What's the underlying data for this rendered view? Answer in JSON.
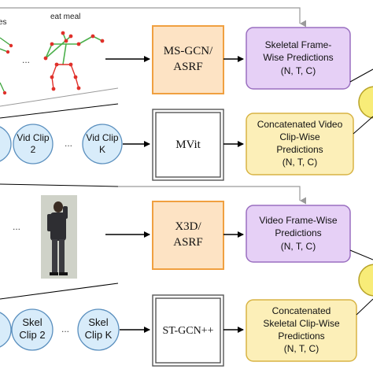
{
  "skeleton_panel": {
    "label_left_fragment": "es",
    "label_eat_meal": "eat meal",
    "ellipsis": "..."
  },
  "ms_gcn_block": {
    "line1": "MS-GCN/",
    "line2": "ASRF"
  },
  "skeletal_frame_pred": {
    "line1": "Skeletal Frame-",
    "line2": "Wise Predictions",
    "line3": "(N, T, C)"
  },
  "video_clips": {
    "clip2": {
      "line1": "Vid Clip",
      "line2": "2"
    },
    "clipk": {
      "line1": "Vid Clip",
      "line2": "K"
    },
    "ellipsis": "..."
  },
  "mvit_block": {
    "label": "MVit"
  },
  "video_clip_pred": {
    "line1": "Concatenated Video",
    "line2": "Clip-Wise",
    "line3": "Predictions",
    "line4": "(N, T, C)"
  },
  "video_panel": {
    "ellipsis": "..."
  },
  "x3d_block": {
    "line1": "X3D/",
    "line2": "ASRF"
  },
  "video_frame_pred": {
    "line1": "Video Frame-Wise",
    "line2": "Predictions",
    "line3": "(N, T, C)"
  },
  "skel_clips": {
    "clip2": {
      "line1": "Skel",
      "line2": "Clip 2"
    },
    "clipk": {
      "line1": "Skel",
      "line2": "Clip K"
    },
    "ellipsis": "..."
  },
  "stgcn_block": {
    "label": "ST-GCN++"
  },
  "skel_clip_pred": {
    "line1": "Concatenated",
    "line2": "Skeletal Clip-Wise",
    "line3": "Predictions",
    "line4": "(N, T, C)"
  },
  "colors": {
    "orange_fill": "#fde3c4",
    "orange_border": "#f0a040",
    "purple_fill": "#e6d0f6",
    "purple_border": "#9a6fc0",
    "yellow_fill": "#fcefb8",
    "yellow_border": "#d8b444",
    "blue_fill": "#d8ecfa",
    "blue_border": "#5a8fbe",
    "ensemble_fill": "#f8ec78",
    "ensemble_border": "#b7a227"
  }
}
